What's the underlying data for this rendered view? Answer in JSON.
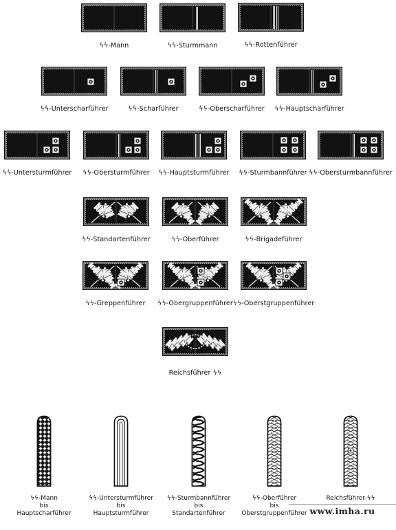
{
  "collar_ranks": [
    {
      "label": "ϟϟ-Mann",
      "type": "plain"
    },
    {
      "label": "ϟϟ-Sturmmann",
      "type": "stripe1"
    },
    {
      "label": "ϟϟ-Rottenführer",
      "type": "stripe2"
    },
    {
      "label": "ϟϟ-Unterscharführer",
      "type": "pip1"
    },
    {
      "label": "ϟϟ-Scharführer",
      "type": "pip1s"
    },
    {
      "label": "ϟϟ-Oberscharführer",
      "type": "pip2"
    },
    {
      "label": "ϟϟ-Hauptscharführer",
      "type": "pip2s"
    },
    {
      "label": "ϟϟ-Untersturmführer",
      "type": "pip3"
    },
    {
      "label": "ϟϟ-Obersturmführer",
      "type": "pip3s"
    },
    {
      "label": "ϟϟ-Hauptsturmführer",
      "type": "pip3s2"
    },
    {
      "label": "ϟϟ-Sturmbannführer",
      "type": "pip4"
    },
    {
      "label": "ϟϟ-Obersturmbannführer",
      "type": "pip4s"
    },
    {
      "label": "ϟϟ-Standartenführer",
      "type": "leaf1"
    },
    {
      "label": "ϟϟ-Oberführer",
      "type": "leaf2"
    },
    {
      "label": "ϟϟ-Brigadeführer",
      "type": "leaf3"
    },
    {
      "label": "ϟϟ-Greppenführer",
      "type": "leaf3p1"
    },
    {
      "label": "ϟϟ-Obergruppenführer",
      "type": "leaf3p2"
    },
    {
      "label": "ϟϟ-Oberstgruppenführer",
      "type": "leaf3p3"
    },
    {
      "label": "Reichsführer ϟϟ",
      "type": "wreath"
    }
  ],
  "shoulder_boards": [
    {
      "lines": [
        "ϟϟ-Mann",
        "bis",
        "Hauptscharführer"
      ],
      "pattern": "woven"
    },
    {
      "lines": [
        "ϟϟ-Untersturmführer",
        "bis",
        "Hauptsturmführer"
      ],
      "pattern": "flat"
    },
    {
      "lines": [
        "ϟϟ-Sturmbannführer",
        "bis",
        "Standartenführer"
      ],
      "pattern": "twist"
    },
    {
      "lines": [
        "ϟϟ-Oberführer",
        "bis",
        "Oberstgruppenführer"
      ],
      "pattern": "braid"
    },
    {
      "lines": [
        "Reichsführer-ϟϟ"
      ],
      "pattern": "braidpip"
    }
  ],
  "watermark": "www.imha.ru"
}
